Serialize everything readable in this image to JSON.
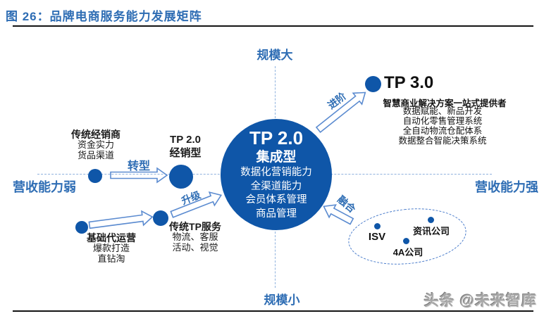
{
  "title": "图 26：品牌电商服务能力发展矩阵",
  "watermark": "头条 @未来智库",
  "axes": {
    "top": "规模大",
    "bottom": "规模小",
    "left": "营收能力弱",
    "right": "营收能力强"
  },
  "center": {
    "title": "TP 2.0",
    "subtitle": "集成型",
    "lines": [
      "数据化营销能力",
      "全渠道能力",
      "会员体系管理",
      "商品管理"
    ]
  },
  "tp3": {
    "title": "TP 3.0",
    "headline": "智慧商业解决方案一站式提供者",
    "lines": [
      "数据赋能、新品开发",
      "自动化零售管理系统",
      "全自动物流仓配体系",
      "数据整合智能决策系统"
    ]
  },
  "groups": {
    "traditional_distributor": {
      "title": "传统经销商",
      "lines": [
        "资金实力",
        "货品渠道"
      ]
    },
    "tp2_distributor": {
      "title": "TP 2.0",
      "subtitle": "经销型"
    },
    "basic_agency": {
      "title": "基础代运营",
      "lines": [
        "爆款打造",
        "直钻淘"
      ]
    },
    "traditional_tp": {
      "title": "传统TP服务",
      "lines": [
        "物流、客服",
        "活动、视觉"
      ]
    }
  },
  "partner_ellipse": {
    "items": [
      "ISV",
      "资讯公司",
      "4A公司"
    ]
  },
  "arrow_labels": {
    "transform": "转型",
    "upgrade": "升级",
    "advance": "进阶",
    "merge": "融合"
  },
  "colors": {
    "primary_blue": "#0F56A8",
    "label_blue": "#2E6DB4",
    "arrow_stroke": "#5B8BD0",
    "dash_line": "#8FB2DE",
    "ellipse_dash": "#4377C9",
    "rule_black": "#141414"
  }
}
